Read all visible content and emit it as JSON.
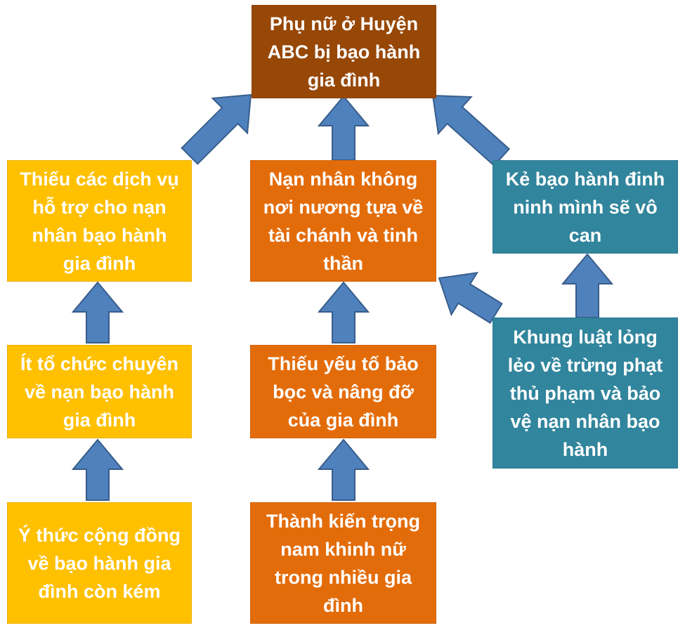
{
  "colors": {
    "root": "#974706",
    "yellow": "#ffc000",
    "orange": "#e36c0a",
    "teal": "#31859c",
    "arrow_fill": "#4f81bd",
    "arrow_stroke": "#385d8a"
  },
  "nodes": {
    "root": "Phụ nữ ở Huyện ABC bị bạo hành gia đình",
    "support_services": "Thiếu các dịch vụ hỗ trợ cho nạn nhân bạo hành gia đình",
    "no_support": "Nạn nhân không nơi nương tựa về tài chánh và tinh thần",
    "abuser_belief": "Kẻ bạo hành đinh ninh mình sẽ vô can",
    "few_organizations": "Ít tổ chức chuyên về nạn bạo hành gia đình",
    "family_protection": "Thiếu yếu tố bảo bọc và nâng đỡ của gia đình",
    "weak_law": "Khung luật lỏng lẻo về trừng phạt thủ phạm và bảo vệ nạn nhân bạo hành",
    "community_awareness": "Ý thức cộng đồng về bạo hành gia đình còn kém",
    "gender_bias": "Thành kiến trọng nam khinh nữ trong nhiều gia đình"
  },
  "arrows_icon": "block-arrow"
}
